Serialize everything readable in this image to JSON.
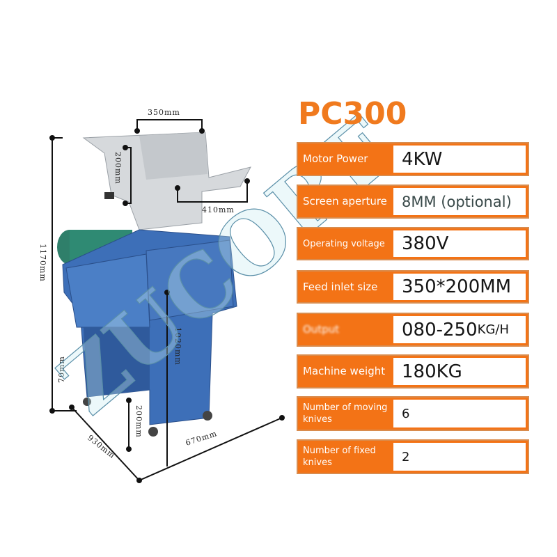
{
  "model": "PC300",
  "specs": [
    {
      "label": "Motor Power",
      "value": "4KW"
    },
    {
      "label": "Screen aperture",
      "value": "8MM (optional)"
    },
    {
      "label": "Operating voltage",
      "value": "380V"
    },
    {
      "label": "Feed inlet size",
      "value": "350*200MM"
    },
    {
      "label": "Output",
      "value": "080-250",
      "unit": "KG/H"
    },
    {
      "label": "Machine weight",
      "value": "180KG"
    },
    {
      "label": "Number of moving knives",
      "value": "6"
    },
    {
      "label": "Number of fixed knives",
      "value": "2"
    }
  ],
  "dimensions": {
    "inlet_width": "350mm",
    "inlet_height": "200mm",
    "hopper_length": "410mm",
    "total_height": "1170mm",
    "body_height": "1020mm",
    "wheel_height": "70mm",
    "base_height": "200mm",
    "depth": "930mm",
    "width": "670mm"
  },
  "watermark": "ZUCORE",
  "colors": {
    "accent": "#f37316",
    "machine_blue": "#3d6fb8",
    "hopper_grey": "#d4d7da"
  }
}
